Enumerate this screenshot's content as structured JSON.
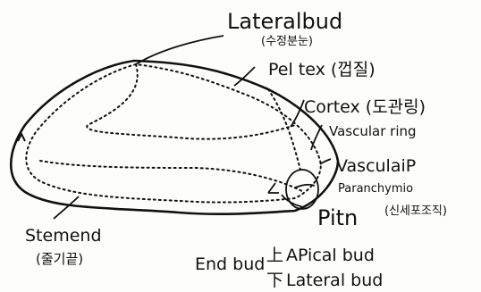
{
  "diagram": {
    "labels": {
      "lateral_bud": "Lateralbud",
      "lateral_bud_kr": "(수정분눈)",
      "periderm": "Pel tex (껍질)",
      "cortex": "Cortex (도관링)",
      "vascular_ring": "Vascular ring",
      "vascular_p": "VasculaiP",
      "parenchyma": "Paranchymio",
      "parenchyma_kr": "(신세포조직)",
      "pith": "Pitn",
      "stem_end": "Stemend",
      "stem_end_kr": "(줄기끝)",
      "end_bud": "End bud",
      "upper_char": "上",
      "apical_bud": "APical bud",
      "lower_char": "下",
      "lateral_bud_2": "Lateral bud"
    },
    "ink_color": "#111111"
  }
}
